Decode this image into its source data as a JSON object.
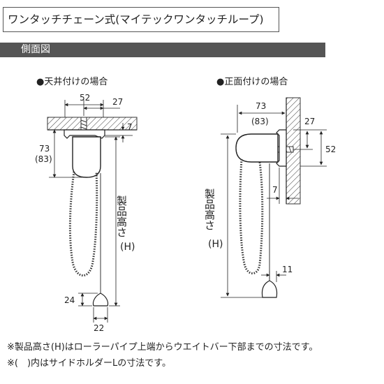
{
  "title": "ワンタッチチェーン式(マイテックワンタッチループ)",
  "section": "側面図",
  "ceiling": {
    "heading": "●天井付けの場合",
    "dim_width": "52",
    "dim_offset": "27",
    "dim_thickness": "7",
    "dim_height": "73",
    "dim_height_alt": "(83)",
    "dim_weight_h": "24",
    "dim_weight_w": "22",
    "product_height_label": "製品高さ",
    "product_height_symbol": "(H)"
  },
  "front": {
    "heading": "●正面付けの場合",
    "dim_depth": "73",
    "dim_depth_alt": "(83)",
    "dim_offset": "27",
    "dim_bracket": "52",
    "dim_gap": "7",
    "dim_weight": "11",
    "product_height_label": "製品高さ",
    "product_height_symbol": "(H)"
  },
  "notes": [
    "※製品高さ(H)はローラーパイプ上端からウエイトバー下部までの寸法です。",
    "※(　)内はサイドホルダーLの寸法です。"
  ]
}
